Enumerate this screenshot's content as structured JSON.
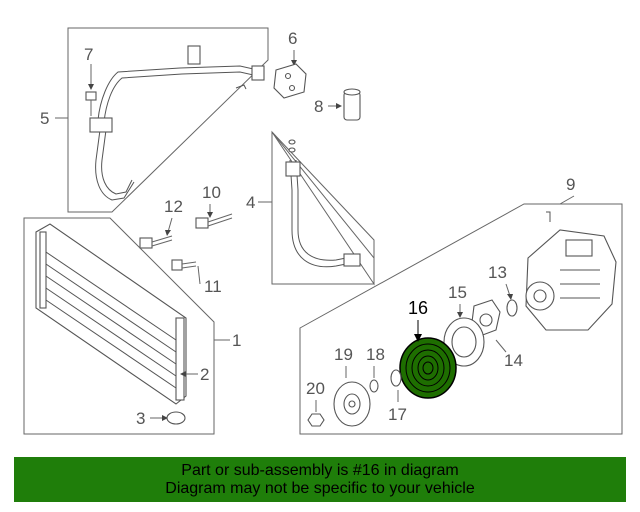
{
  "callouts": {
    "c1": "1",
    "c2": "2",
    "c3": "3",
    "c4": "4",
    "c5": "5",
    "c6": "6",
    "c7": "7",
    "c8": "8",
    "c9": "9",
    "c10": "10",
    "c11": "11",
    "c12": "12",
    "c13": "13",
    "c14": "14",
    "c15": "15",
    "c16": "16",
    "c17": "17",
    "c18": "18",
    "c19": "19",
    "c20": "20"
  },
  "highlight": {
    "part_number": "16",
    "color": "#1e6e00"
  },
  "footer": {
    "line1": "Part or sub-assembly is #16 in diagram",
    "line2": "Diagram may not be specific to your vehicle",
    "background": "#1f7e0a"
  }
}
